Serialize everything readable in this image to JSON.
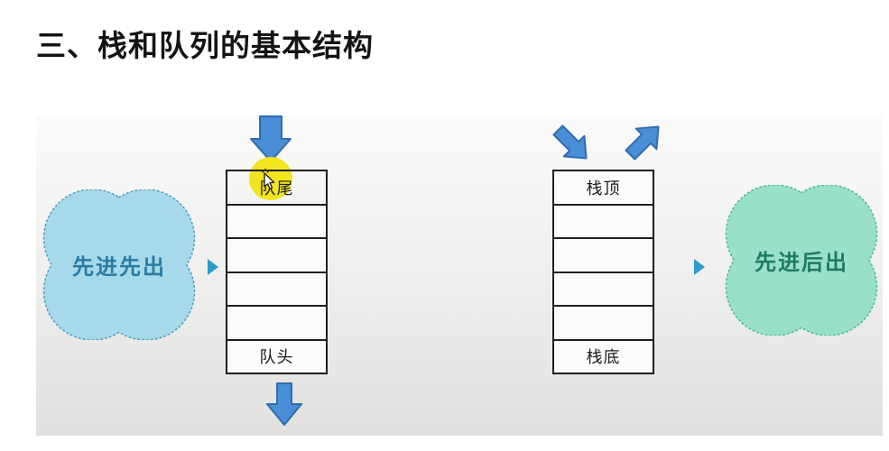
{
  "title": "三、栈和队列的基本结构",
  "queue": {
    "principle_label": "先进先出",
    "cells": [
      "队尾",
      "",
      "",
      "",
      "",
      "队头"
    ]
  },
  "stack": {
    "principle_label": "先进后出",
    "cells": [
      "栈顶",
      "",
      "",
      "",
      "",
      "栈底"
    ]
  },
  "icons": {
    "enqueue_arrow": "down-block-arrow",
    "dequeue_arrow": "down-block-arrow",
    "push_arrow": "down-right-block-arrow",
    "pop_arrow": "up-right-block-arrow",
    "queue_pointer": "right-triangle",
    "stack_pointer": "right-triangle",
    "cursor": "mouse-pointer-click-sparkle"
  },
  "colors": {
    "arrow_fill": "#4a8ed8",
    "arrow_border": "#2f6cb0",
    "queue_cloud_fill": "#a6d9e9",
    "queue_cloud_border": "#4e9ec4",
    "queue_text": "#2a7ca6",
    "stack_cloud_fill": "#99e0ca",
    "stack_cloud_border": "#4bb99a",
    "stack_text": "#1e7a64",
    "highlight_yellow": "#f2e41e",
    "pointer_triangle": "#2a9cc9",
    "table_border": "#1f1f1f",
    "title_color": "#141414"
  }
}
